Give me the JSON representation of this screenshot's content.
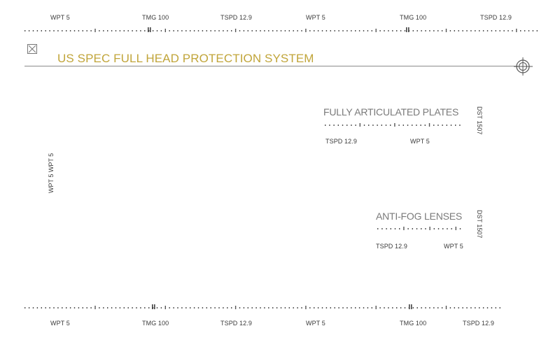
{
  "top_ruler": {
    "labels": [
      "WPT 5",
      "TMG 100",
      "TSPD 12.9",
      "WPT 5",
      "TMG 100",
      "TSPD 12.9"
    ]
  },
  "header": {
    "title": "US SPEC FULL HEAD PROTECTION SYSTEM",
    "icon": "close-box-icon",
    "target_icon": "crosshair-icon"
  },
  "side_label": {
    "text": "WPT 5   WPT 5"
  },
  "features": [
    {
      "title": "FULLY ARTICULATED PLATES",
      "left_label": "TSPD 12.9",
      "right_label": "WPT 5",
      "side_label": "DST 1507"
    },
    {
      "title": "ANTI-FOG LENSES",
      "left_label": "TSPD 12.9",
      "right_label": "WPT 5",
      "side_label": "DST 1507"
    }
  ],
  "bottom_ruler": {
    "labels": [
      "WPT 5",
      "TMG 100",
      "TSPD 12.9",
      "WPT 5",
      "TMG 100",
      "TSPD 12.9"
    ]
  },
  "colors": {
    "accent": "#c1a53a",
    "text": "#3a3a3a",
    "muted": "#7a7a7a"
  }
}
